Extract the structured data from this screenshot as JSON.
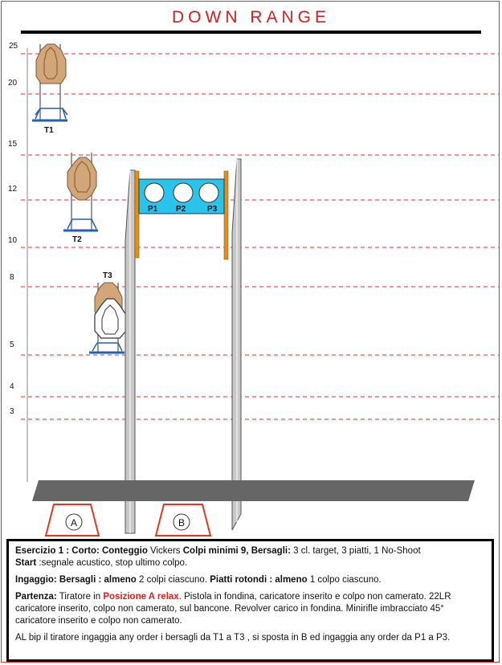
{
  "title": "DOWN RANGE",
  "distance_labels": [
    "25",
    "20",
    "15",
    "12",
    "10",
    "8",
    "5",
    "4",
    "3"
  ],
  "targets": [
    {
      "label": "T1",
      "type": "cl-target"
    },
    {
      "label": "T2",
      "type": "cl-target"
    },
    {
      "label": "T3",
      "type": "cl-target-with-no-shoot"
    }
  ],
  "plates": [
    "P1",
    "P2",
    "P3"
  ],
  "positions": [
    "A",
    "B"
  ],
  "colors": {
    "title": "#d02020",
    "dashed_lines": "#e03030",
    "cardboard": "#d2a679",
    "stand": "#1e5fbf",
    "plate_rack": "#29c3ec",
    "rack_posts": "#e0901a",
    "walls": "#c8c8c8",
    "shooting_line": "#666666",
    "positions": "#e03a1e"
  },
  "info": {
    "line1": {
      "esercizio_label": "Esercizio 1 : Corto: Conteggio",
      "scoring": " Vickers ",
      "colpi_label": "Colpi minimi 9, Bersagli:",
      "colpi_text": " 3 cl. target, 3 piatti, 1  No-Shoot",
      "start_label": "Start",
      "start_text": "  :segnale acustico, stop ultimo colpo."
    },
    "line2": {
      "ingaggio_label": "Ingaggio: Bersagli : almeno",
      "ingaggio_text": " 2 colpi ciascuno.  ",
      "piatti_label": "Piatti  rotondi : almeno",
      "piatti_text": " 1 colpo ciascuno."
    },
    "line3": {
      "partenza_label": "Partenza:",
      "text_a": " Tiratore in ",
      "position_label": "Posizione A relax",
      "text_b": ". Pistola in fondina, caricatore inserito e colpo non camerato. 22LR caricatore inserito, colpo non camerato, sul bancone. Revolver carico in fondina. Minirifle imbracciato 45° caricatore inserito e colpo non camerato."
    },
    "line4": "AL bip il tiratore ingaggia any order i bersagli da T1 a T3 , si sposta in B ed ingaggia any order da P1 a P3."
  }
}
